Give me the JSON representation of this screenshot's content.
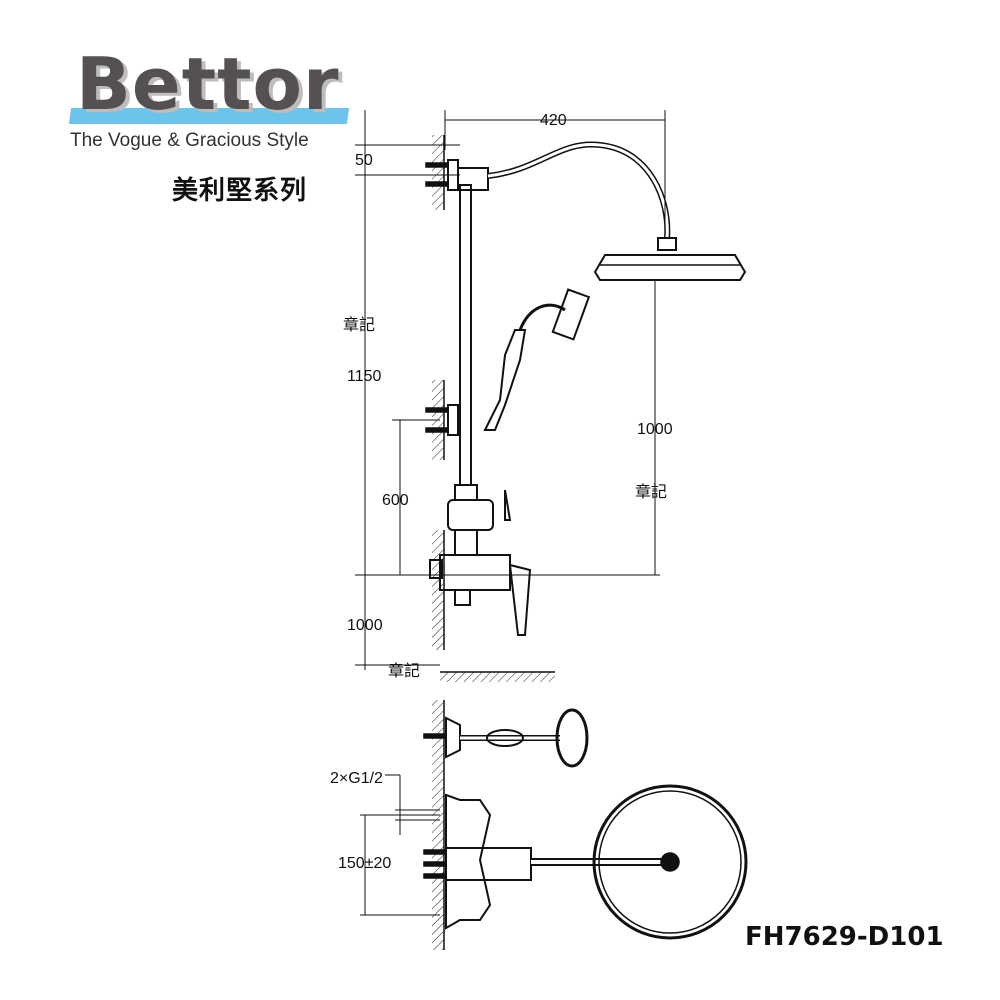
{
  "brand": {
    "name": "Bettor",
    "tagline": "The Vogue & Gracious Style",
    "series": "美利堅系列"
  },
  "dimensions": {
    "arm_reach": "420",
    "top_offset": "50",
    "total_height": "1150",
    "mixer_height": "600",
    "floor_to_mixer": "1000",
    "head_to_mixer": "1000",
    "pipe_thread": "2×G1/2",
    "inlet_spacing": "150±20"
  },
  "annotations": [
    "章記",
    "章記",
    "章記"
  ],
  "model": "FH7629-D101"
}
